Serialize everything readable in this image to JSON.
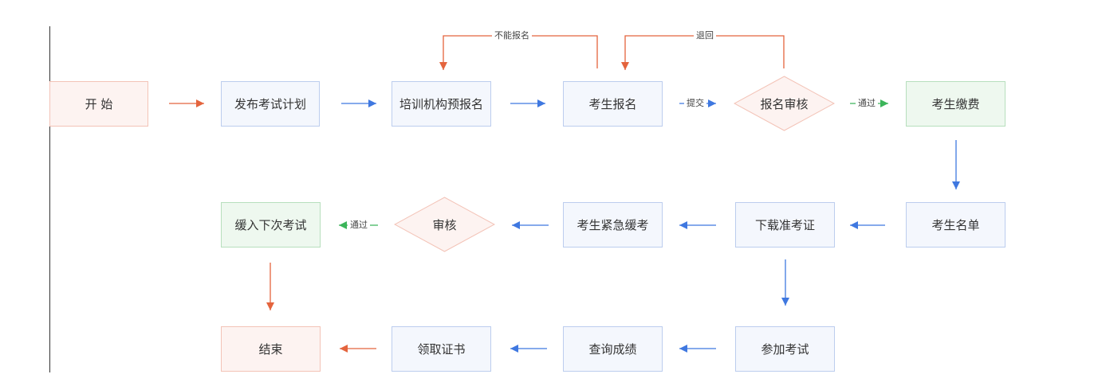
{
  "colors": {
    "red_arrow": "#e4643d",
    "blue_arrow": "#3f78e0",
    "green_arrow": "#3cb55a"
  },
  "nodes": {
    "start": "开 始",
    "publish_plan": "发布考试计划",
    "training_prereg": "培训机构预报名",
    "candidate_reg": "考生报名",
    "reg_review": "报名审核",
    "candidate_payment": "考生缴费",
    "candidate_list": "考生名单",
    "download_ticket": "下载准考证",
    "emergency_defer": "考生紧急缓考",
    "review": "审核",
    "defer_next": "缓入下次考试",
    "end": "结束",
    "take_exam": "参加考试",
    "query_scores": "查询成绩",
    "get_certificate": "领取证书"
  },
  "edge_labels": {
    "cannot_register": "不能报名",
    "return": "退回",
    "submit": "提交",
    "pass_top": "通过",
    "pass_mid": "通过"
  }
}
